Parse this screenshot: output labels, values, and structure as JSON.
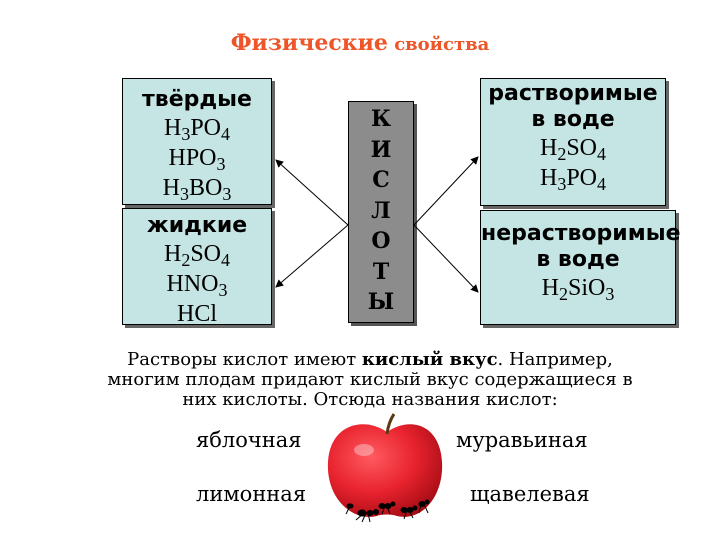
{
  "title": {
    "part1": "Физические",
    "part2": " свойства"
  },
  "solid": {
    "heading": "твёрдые",
    "formulas": [
      {
        "a": "H",
        "b": "3",
        "c": "PO",
        "d": "4",
        "e": ""
      },
      {
        "a": "HPO",
        "b": "3",
        "c": "",
        "d": "",
        "e": ""
      },
      {
        "a": "H",
        "b": "3",
        "c": "BO",
        "d": "3",
        "e": ""
      }
    ]
  },
  "liquid": {
    "heading": "жидкие",
    "formulas": [
      {
        "a": "H",
        "b": "2",
        "c": "SO",
        "d": "4",
        "e": ""
      },
      {
        "a": "HNO",
        "b": "3",
        "c": "",
        "d": "",
        "e": ""
      },
      {
        "a": "HCl",
        "b": "",
        "c": "",
        "d": "",
        "e": ""
      }
    ]
  },
  "center_letters": [
    "К",
    "И",
    "С",
    "Л",
    "О",
    "Т",
    "Ы"
  ],
  "soluble": {
    "heading_lines": [
      "растворимые",
      "в воде"
    ],
    "formulas": [
      {
        "a": "H",
        "b": "2",
        "c": "SO",
        "d": "4"
      },
      {
        "a": "H",
        "b": "3",
        "c": "PO",
        "d": "4"
      }
    ]
  },
  "insoluble": {
    "heading_lines": [
      "нерастворимые",
      "в воде"
    ],
    "formula": {
      "a": "H",
      "b": "2",
      "c": "Si",
      "d": "",
      "e": "O",
      "f": "3"
    }
  },
  "paragraph": {
    "before_bold": "Растворы кислот имеют ",
    "bold": "кислый вкус",
    "after_bold": ". Например,",
    "line2": "многим плодам придают кислый вкус содержащиеся в",
    "line3": "них кислоты. Отсюда названия кислот:"
  },
  "examples": [
    "яблочная",
    "муравьиная",
    "лимонная",
    "щавелевая"
  ],
  "colors": {
    "title": "#ee5528",
    "box": "#c5e5e4",
    "center": "#8c8c8c",
    "apple": "#e8232e"
  },
  "image": {
    "icon": "apple-icon"
  }
}
